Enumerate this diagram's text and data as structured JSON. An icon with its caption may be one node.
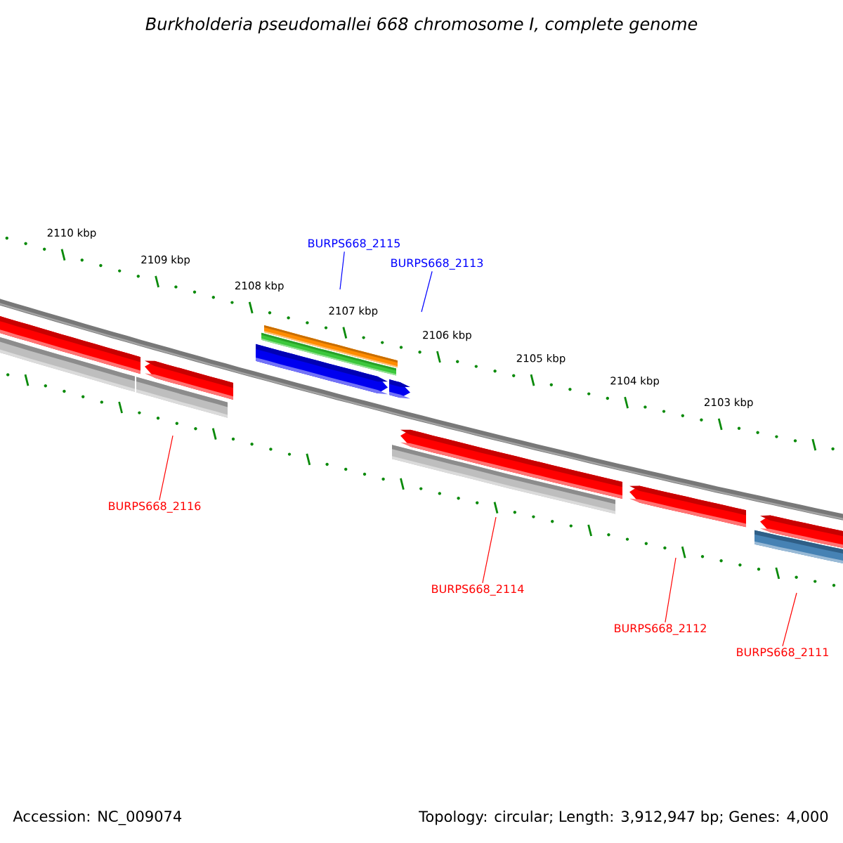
{
  "diagram": {
    "title": "Burkholderia pseudomallei 668 chromosome I, complete genome",
    "nodes": [
      {
        "text": [
          "BURPS668_2116"
        ]
      },
      {
        "text": [
          "BURPS668_2115"
        ]
      },
      {
        "text": [
          "BURPS668_2113"
        ]
      },
      {
        "text": [
          "BURPS668_2114"
        ]
      },
      {
        "text": [
          "BURPS668_2112"
        ]
      },
      {
        "text": [
          "BURPS668_2111"
        ]
      }
    ],
    "edges": [
      {
        "from": 0,
        "to": null,
        "arrow": "none"
      },
      {
        "from": 1,
        "to": null,
        "arrow": "none",
        "color": "#0000ff"
      },
      {
        "from": 2,
        "to": null,
        "arrow": "none",
        "color": "#0000ff"
      },
      {
        "from": 3,
        "to": null,
        "arrow": "none"
      },
      {
        "from": 4,
        "to": null,
        "arrow": "none"
      },
      {
        "from": 5,
        "to": null,
        "arrow": "none"
      }
    ],
    "labels": [
      "2110 kbp",
      "2109 kbp",
      "2108 kbp",
      "2107 kbp",
      "2106 kbp",
      "2105 kbp",
      "2104 kbp",
      "2103 kbp",
      "Accession: NC_009074",
      "Topology: circular; Length: 3,912,947 bp; Genes: 4,000"
    ]
  }
}
